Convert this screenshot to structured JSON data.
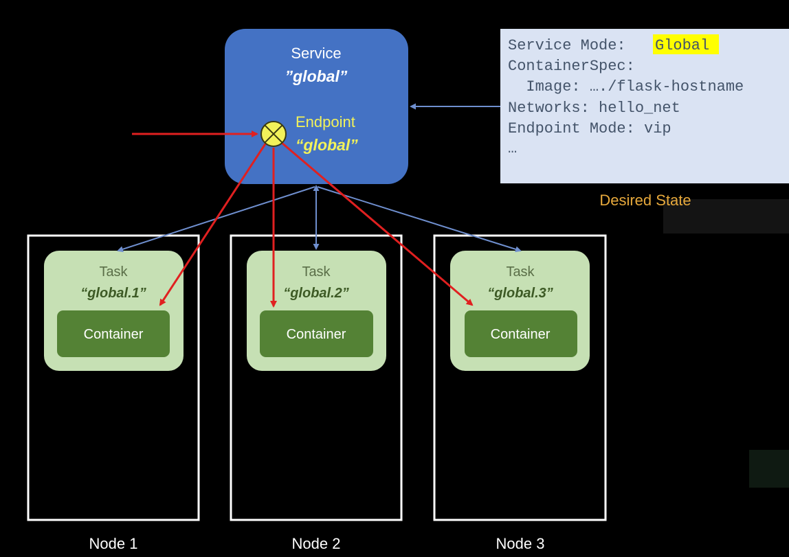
{
  "service": {
    "title": "Service",
    "name": "”global”"
  },
  "endpoint": {
    "title": "Endpoint",
    "name": "“global”"
  },
  "nodes": [
    {
      "label": "Node 1",
      "task_title": "Task",
      "task_name": "“global.1”",
      "container": "Container"
    },
    {
      "label": "Node 2",
      "task_title": "Task",
      "task_name": "“global.2”",
      "container": "Container"
    },
    {
      "label": "Node 3",
      "task_title": "Task",
      "task_name": "“global.3”",
      "container": "Container"
    }
  ],
  "desired_state": {
    "label": "Desired State",
    "line1_key": "Service Mode: ",
    "line1_value": "Global",
    "line2": "ContainerSpec:",
    "line3": "  Image: …./flask-hostname",
    "line4": "Networks: hello_net",
    "line5": "Endpoint Mode: vip",
    "line6": "…"
  },
  "colors": {
    "service_fill": "#4472c4",
    "endpoint_yellow": "#f2f25a",
    "task_fill": "#c6e0b4",
    "container_fill": "#548235",
    "arrow_red": "#e02020",
    "arrow_blue": "#6f8fcf",
    "state_panel": "#dae3f3",
    "highlight": "#ffff00",
    "desired_state_label": "#e7a93c"
  }
}
